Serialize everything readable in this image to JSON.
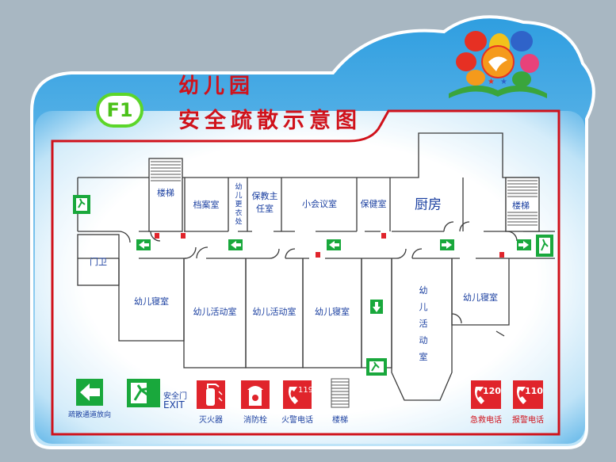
{
  "title": {
    "line1": "幼儿园",
    "line2": "安全疏散示意图",
    "floor": "F1"
  },
  "rooms": {
    "stairs_left": "楼梯",
    "archive": "档案室",
    "changing": "幼儿更衣处",
    "health_office": "保教主任室",
    "meeting": "小会议室",
    "clinic": "保健室",
    "kitchen": "厨房",
    "stairs_right": "楼梯",
    "guard": "门卫",
    "bedroom_1": "幼儿寝室",
    "activity_1": "幼儿活动室",
    "activity_2": "幼儿活动室",
    "bedroom_2": "幼儿寝室",
    "activity_3": "幼儿活动室",
    "bedroom_3": "幼儿寝室"
  },
  "legend": {
    "evac_direction": "疏散通道放向",
    "exit_cn": "安全门",
    "exit_en": "EXIT",
    "extinguisher": "灭火器",
    "hydrant": "消防栓",
    "fire_phone": "火警电话",
    "fire_phone_num": "119",
    "stairs": "楼梯",
    "ambulance": "急救电话",
    "ambulance_num": "120",
    "police": "报警电话",
    "police_num": "110"
  },
  "colors": {
    "background": "#a8b7c2",
    "board_light": "#ffffff",
    "board_blue": "#4aaee6",
    "plan_border": "#d0121b",
    "sign_green": "#19a83c",
    "sign_red": "#e0242b",
    "room_text": "#1a3fa0"
  },
  "icons": {
    "logo": "kindergarten-flower-logo",
    "exit_sign": "running-man-exit-icon",
    "evac_arrow": "green-arrow-icon",
    "extinguisher": "fire-extinguisher-icon",
    "hydrant": "fire-hydrant-icon",
    "phone": "telephone-icon"
  }
}
